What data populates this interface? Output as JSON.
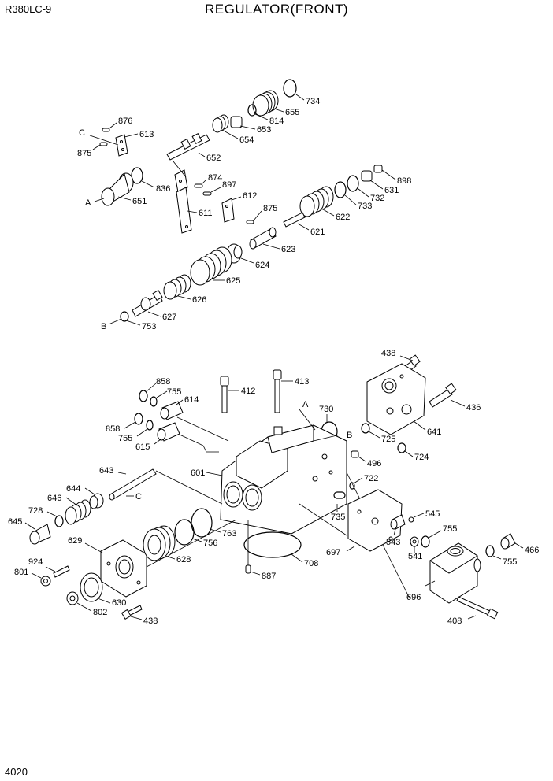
{
  "header": {
    "model": "R380LC-9",
    "title": "REGULATOR(FRONT)"
  },
  "footer": {
    "page_number": "4020"
  },
  "diagram": {
    "reference_letters": [
      "A",
      "B",
      "C",
      "A",
      "B",
      "C"
    ],
    "part_labels": [
      "734",
      "655",
      "814",
      "653",
      "654",
      "876",
      "613",
      "875",
      "652",
      "836",
      "651",
      "874",
      "897",
      "611",
      "612",
      "875",
      "898",
      "631",
      "732",
      "733",
      "622",
      "621",
      "623",
      "624",
      "625",
      "626",
      "627",
      "753",
      "438",
      "436",
      "641",
      "725",
      "724",
      "730",
      "413",
      "412",
      "858",
      "755",
      "614",
      "858",
      "755",
      "615",
      "601",
      "496",
      "722",
      "735",
      "643",
      "644",
      "646",
      "728",
      "645",
      "629",
      "924",
      "801",
      "630",
      "802",
      "438",
      "628",
      "756",
      "763",
      "708",
      "887",
      "697",
      "545",
      "755",
      "543",
      "541",
      "466",
      "755",
      "696",
      "408"
    ]
  }
}
